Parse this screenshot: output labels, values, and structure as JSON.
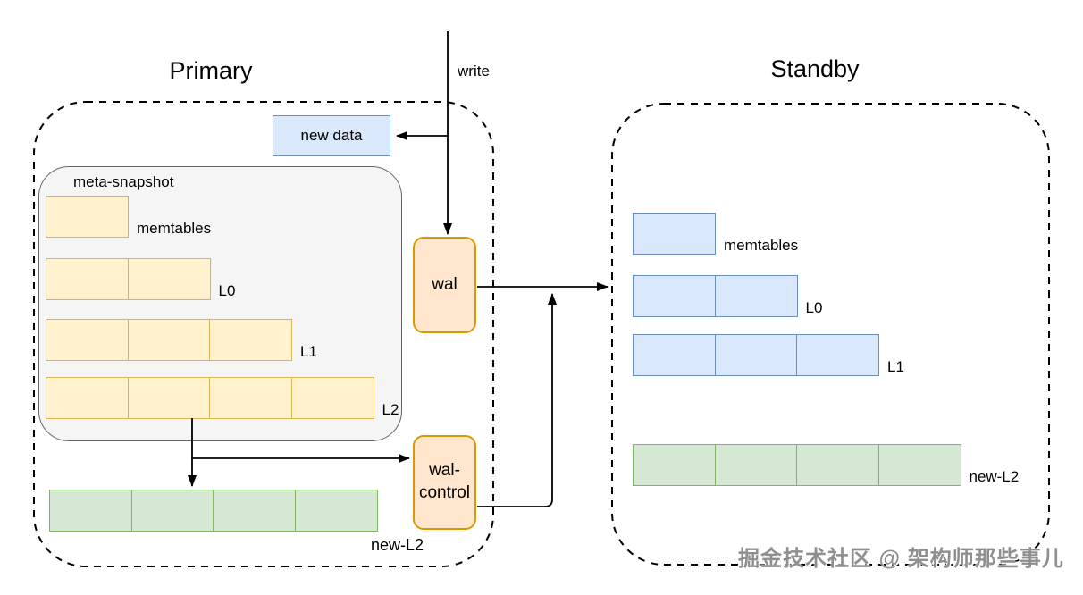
{
  "diagram": {
    "write_label": "write",
    "primary": {
      "title": "Primary",
      "new_data_label": "new data",
      "meta_snapshot_label": "meta-snapshot",
      "rows": [
        {
          "label": "memtables",
          "cells": 1
        },
        {
          "label": "L0",
          "cells": 2
        },
        {
          "label": "L1",
          "cells": 3
        },
        {
          "label": "L2",
          "cells": 4
        }
      ],
      "new_l2_row": {
        "label": "new-L2",
        "cells": 4
      }
    },
    "wal": {
      "label": "wal"
    },
    "wal_control": {
      "label": "wal-\ncontrol"
    },
    "standby": {
      "title": "Standby",
      "rows": [
        {
          "label": "memtables",
          "cells": 1
        },
        {
          "label": "L0",
          "cells": 2
        },
        {
          "label": "L1",
          "cells": 3
        }
      ],
      "new_l2_row": {
        "label": "new-L2",
        "cells": 4
      }
    },
    "watermark": "掘金技术社区 @ 架构师那些事儿"
  },
  "colors": {
    "blue_fill": "#dae8fc",
    "blue_stroke": "#6c8ebf",
    "yellow_fill": "#fff2cc",
    "yellow_stroke": "#d6b656",
    "green_fill": "#d5e8d4",
    "green_stroke": "#82b366",
    "orange_fill": "#ffe6cc",
    "orange_stroke": "#d79b00",
    "container_fill": "#f5f5f5",
    "container_stroke": "#666666",
    "line": "#000000"
  }
}
